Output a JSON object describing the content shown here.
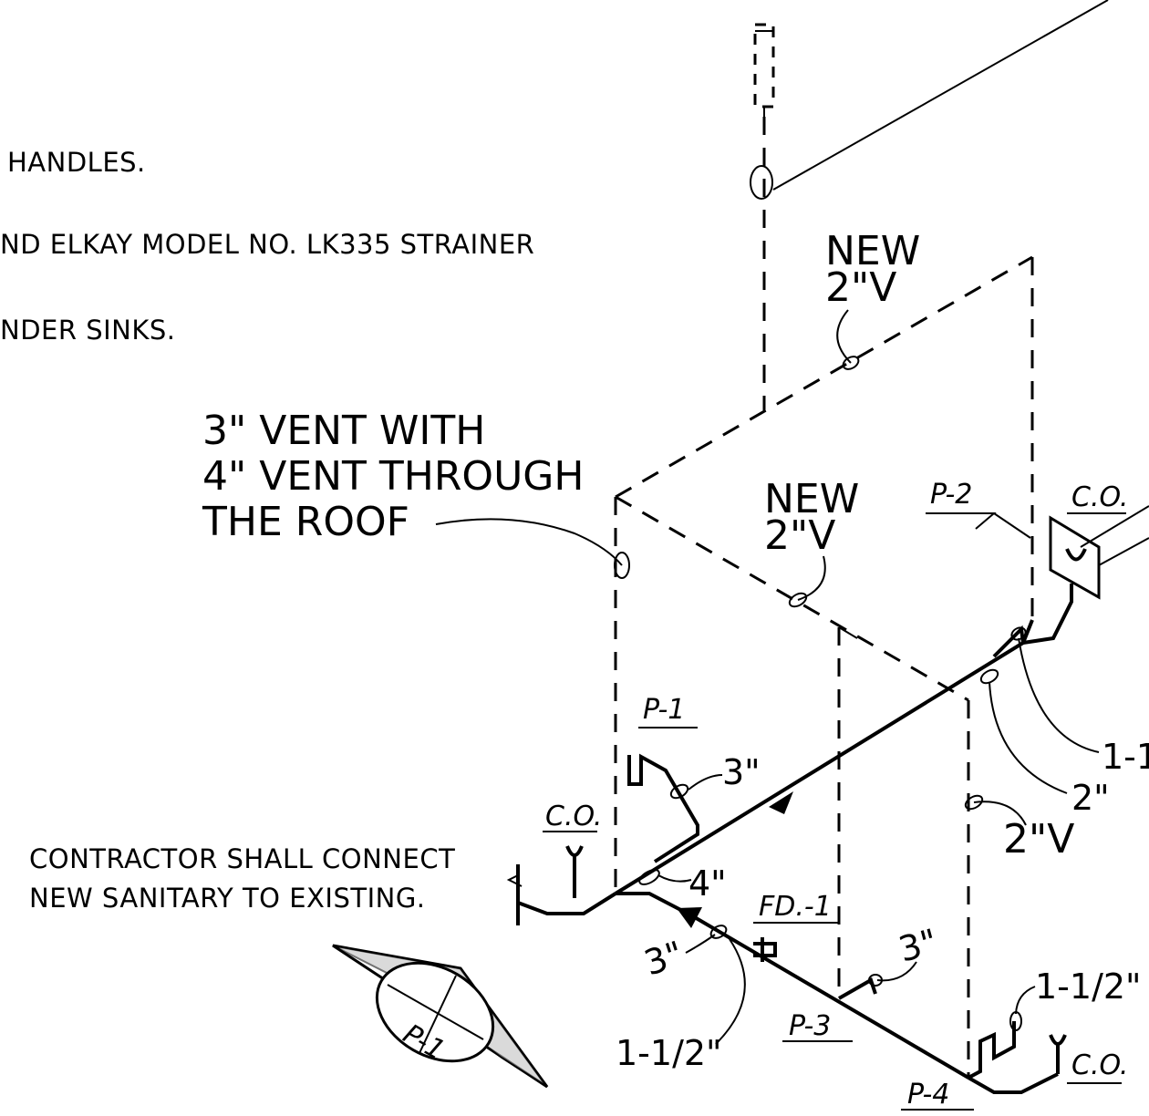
{
  "notes": {
    "line1": "HANDLES.",
    "line2": "ND ELKAY MODEL NO. LK335 STRAINER",
    "line3": "NDER SINKS."
  },
  "vent_callout": {
    "line1": "3\" VENT WITH",
    "line2": "4\" VENT THROUGH",
    "line3": "THE ROOF"
  },
  "contractor_note": {
    "line1": "CONTRACTOR SHALL CONNECT",
    "line2": "NEW SANITARY TO EXISTING."
  },
  "vent_labels": {
    "upper_new": "NEW",
    "upper_size": "2\"V",
    "middle_new": "NEW",
    "middle_size": "2\"V",
    "right_size": "2\"V"
  },
  "fixture_tags": {
    "p1": "P-1",
    "p2": "P-2",
    "p3": "P-3",
    "p4": "P-4",
    "fd1": "FD.-1",
    "co_left": "C.O.",
    "co_top_right": "C.O.",
    "co_bottom_right": "C.O."
  },
  "pipe_sizes": {
    "p1_branch": "3\"",
    "main_left": "4\"",
    "lower_left": "3\"",
    "lower_left_small": "1-1/2\"",
    "p3_branch": "3\"",
    "right_2in": "2\"",
    "right_edge_small": "1-1",
    "bottom_right_small": "1-1/2\""
  },
  "north_arrow": {
    "label": "P-1"
  }
}
